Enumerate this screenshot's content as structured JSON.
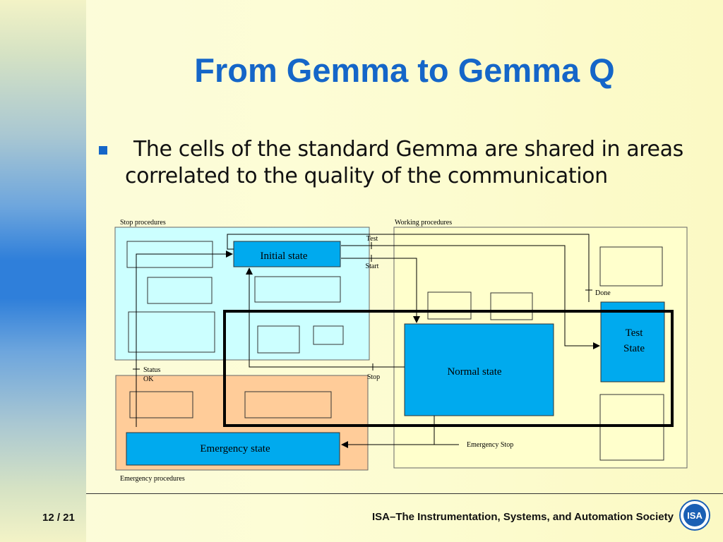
{
  "slide": {
    "title": "From Gemma to Gemma Q",
    "bullet": "The cells of the standard Gemma are shared in areas correlated to the quality of the communication",
    "page_number": "12 / 21",
    "organization": "ISA–The Instrumentation, Systems, and Automation Society",
    "logo_text": "ISA"
  },
  "diagram": {
    "areas": {
      "stop": "Stop procedures",
      "working": "Working procedures",
      "emergency": "Emergency procedures"
    },
    "states": {
      "initial": "Initial state",
      "normal": "Normal state",
      "test_line1": "Test",
      "test_line2": "State",
      "emergency": "Emergency state"
    },
    "transitions": {
      "test": "Test",
      "start": "Start",
      "done": "Done",
      "stop": "Stop",
      "status_line1": "Status",
      "status_line2": "OK",
      "emergency_stop": "Emergency Stop"
    },
    "colors": {
      "stop_area": "#ccffff",
      "emergency_area": "#ffcc99",
      "working_area": "#ffffcc",
      "state_fill": "#00aaee",
      "title": "#1566c8"
    }
  }
}
